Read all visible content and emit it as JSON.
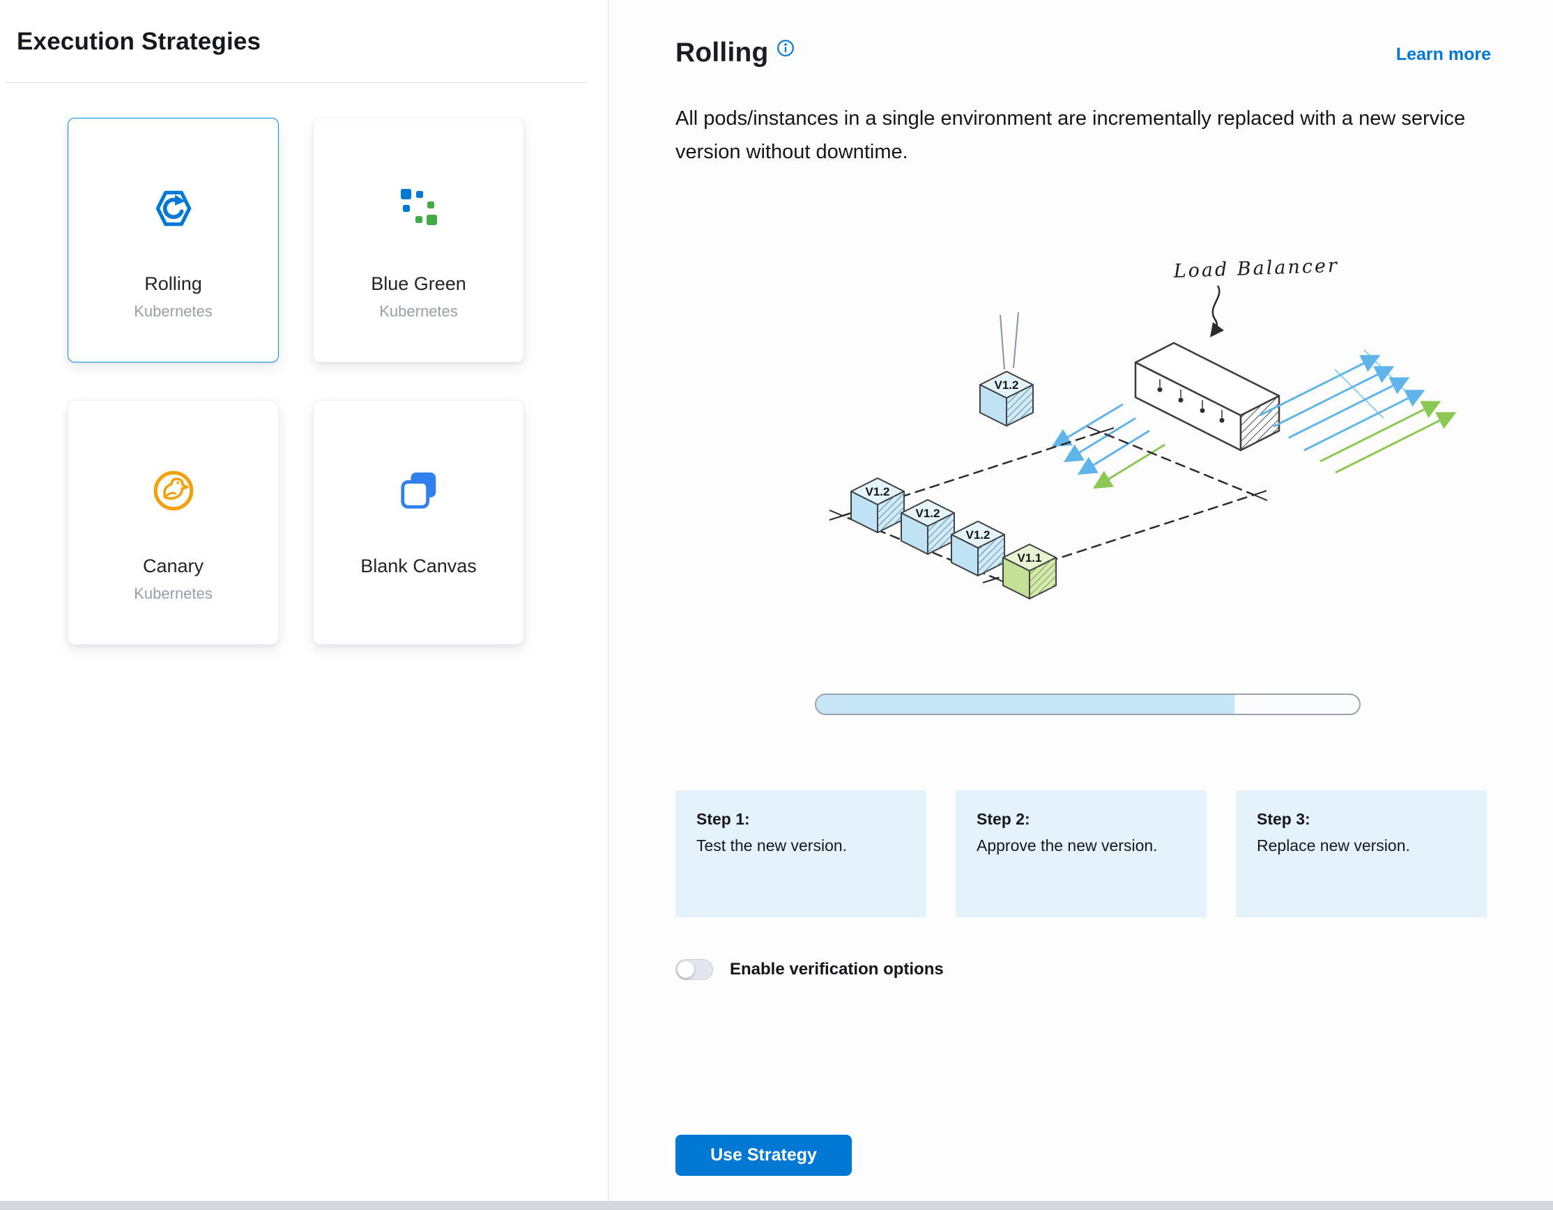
{
  "sidebar": {
    "title": "Execution Strategies",
    "cards": [
      {
        "label": "Rolling",
        "sublabel": "Kubernetes",
        "selected": true
      },
      {
        "label": "Blue Green",
        "sublabel": "Kubernetes",
        "selected": false
      },
      {
        "label": "Canary",
        "sublabel": "Kubernetes",
        "selected": false
      },
      {
        "label": "Blank Canvas",
        "sublabel": "",
        "selected": false
      }
    ]
  },
  "detail": {
    "title": "Rolling",
    "learn_more_label": "Learn more",
    "description": "All pods/instances in a single environment are incrementally replaced with a new service version without downtime.",
    "illustration": {
      "load_balancer_label": "Load Balancer",
      "pods": [
        "V1.2",
        "V1.2",
        "V1.2",
        "V1.2",
        "V1.1"
      ],
      "progress_percent": 77
    },
    "steps": [
      {
        "title": "Step 1:",
        "text": "Test the new version."
      },
      {
        "title": "Step 2:",
        "text": "Approve the new version."
      },
      {
        "title": "Step 3:",
        "text": "Replace new version."
      }
    ],
    "verification_toggle": {
      "label": "Enable verification options",
      "enabled": false
    },
    "use_strategy_label": "Use Strategy"
  },
  "colors": {
    "accent": "#0278d5",
    "selected_border": "#0092e4",
    "step_background": "#e4f2fb",
    "pod_blue": "#cfeaf9",
    "pod_green": "#d3e9ad"
  }
}
